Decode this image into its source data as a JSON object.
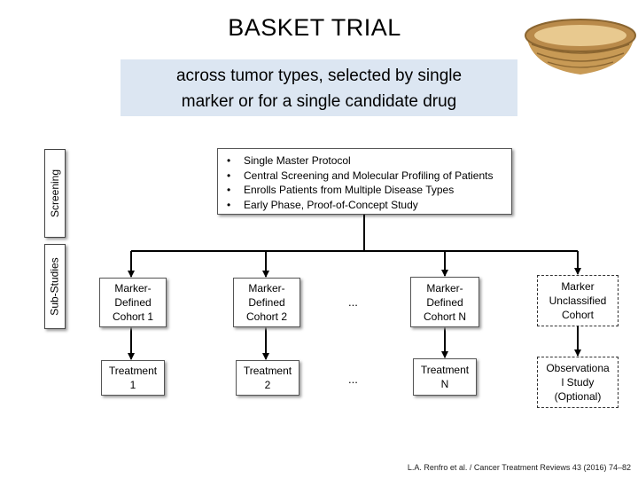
{
  "title": "BASKET TRIAL",
  "banner": {
    "line1": "across tumor types, selected by single",
    "line2": "marker or for a single candidate drug"
  },
  "side_labels": {
    "screening": "Screening",
    "sub_studies": "Sub-Studies"
  },
  "protocol_items": [
    "Single Master Protocol",
    "Central Screening and Molecular Profiling of Patients",
    "Enrolls Patients from Multiple Disease Types",
    "Early Phase, Proof-of-Concept Study"
  ],
  "cohorts": [
    {
      "l1": "Marker-",
      "l2": "Defined",
      "l3": "Cohort 1"
    },
    {
      "l1": "Marker-",
      "l2": "Defined",
      "l3": "Cohort 2"
    },
    {
      "l1": "Marker-",
      "l2": "Defined",
      "l3": "Cohort N"
    },
    {
      "l1": "Marker",
      "l2": "Unclassified",
      "l3": "Cohort"
    }
  ],
  "treatments": [
    {
      "l1": "Treatment",
      "l2": "1"
    },
    {
      "l1": "Treatment",
      "l2": "2"
    },
    {
      "l1": "Treatment",
      "l2": "N"
    }
  ],
  "observational": {
    "l1": "Observationa",
    "l2": "l Study",
    "l3": "(Optional)"
  },
  "ellipsis": "...",
  "citation": "L.A. Renfro et al. / Cancer Treatment Reviews 43 (2016) 74–82",
  "icons": {
    "basket": "basket-icon"
  },
  "colors": {
    "banner_bg": "#dce6f2",
    "basket": "#c89a55"
  }
}
